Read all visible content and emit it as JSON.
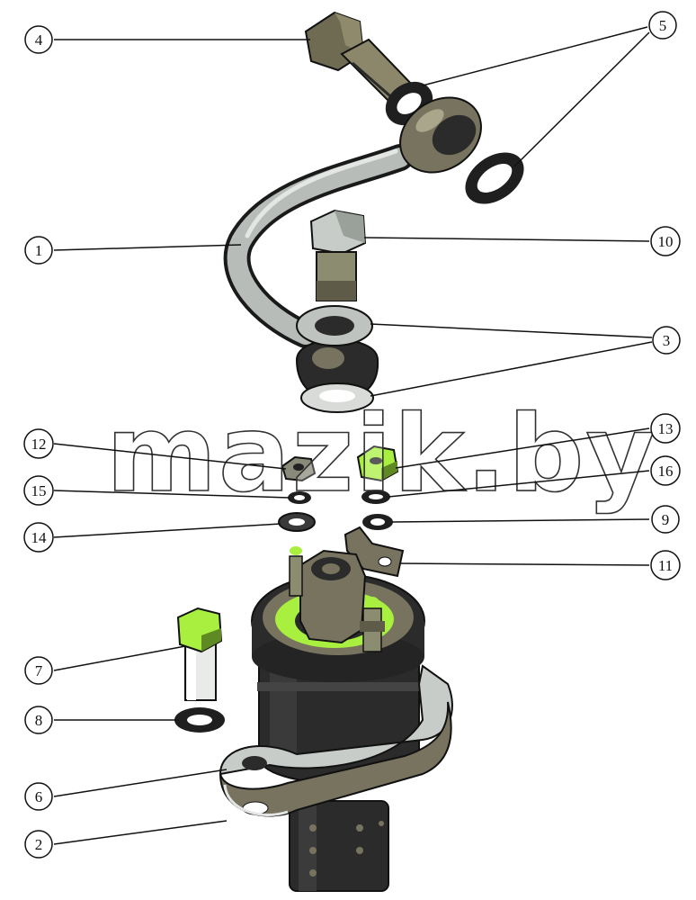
{
  "watermark": "mazik.by",
  "callouts": {
    "c1": "1",
    "c2": "2",
    "c3": "3",
    "c4": "4",
    "c5": "5",
    "c6": "6",
    "c7": "7",
    "c8": "8",
    "c9": "9",
    "c10": "10",
    "c11": "11",
    "c12": "12",
    "c13": "13",
    "c14": "14",
    "c15": "15",
    "c16": "16"
  },
  "colors": {
    "metal_dark": "#2b2b2b",
    "metal_olive": "#77735e",
    "metal_light": "#bfc3bf",
    "accent_green": "#a8ef3f",
    "outline": "#111111"
  }
}
